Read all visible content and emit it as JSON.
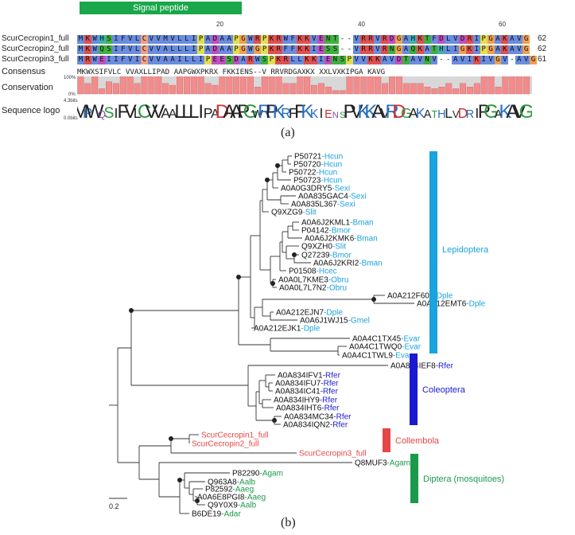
{
  "panel_a": {
    "signal_peptide_label": "Signal peptide",
    "positions": [
      "20",
      "40",
      "60"
    ],
    "sequences": [
      {
        "name": "ScurCecropin1_full",
        "seq": "MKWHSIFVLCVVMVLLIPADAAPGWRPKRWFKKVENT--VRRVRDGAHKTFDLVDRIPGAKAVG",
        "end": "62"
      },
      {
        "name": "ScurCecropin2_full",
        "seq": "MKWQSIFVLCVVALLLIPADAAPGWGPKRFFKKIESS--VRRVRNGAQKATHLIGKIPGAKAVG",
        "end": "62"
      },
      {
        "name": "ScurCecropin3_full",
        "seq": "MRWEIIFVICVVAAILLIPEESDARWSPKRLLKKIENSPVVKKAVDTAVNV--AVIKIVGV-AVG",
        "end": "61"
      }
    ],
    "consensus_label": "Consensus",
    "consensus_seq": "MKWXSIFVLC VVAXLLIPAD AAPGWXPKRX FKKIENS--V RRVRDGAXKX XXLVXKIPGA KAVG",
    "conservation_label": "Conservation",
    "conservation_ticks": [
      "100%",
      "0%"
    ],
    "conservation_values": [
      100,
      60,
      100,
      30,
      70,
      60,
      100,
      100,
      60,
      100,
      100,
      100,
      60,
      50,
      100,
      100,
      100,
      100,
      60,
      50,
      100,
      100,
      100,
      100,
      100,
      40,
      100,
      100,
      100,
      60,
      60,
      100,
      100,
      50,
      60,
      40,
      20,
      20,
      100,
      100,
      100,
      100,
      100,
      60,
      100,
      100,
      60,
      60,
      60,
      40,
      30,
      40,
      60,
      30,
      60,
      40,
      60,
      100,
      100,
      40,
      100,
      100,
      100,
      100
    ],
    "logo_label": "Sequence logo",
    "logo_ticks": [
      "4.3bits",
      "0.0bits"
    ],
    "logo_text": "MRWQSIFVLCVVAALLLIPADAAPGWRPKRFFKKIENSPVKKAVRDGAKATHLVDRIPGAKAVG",
    "letter": "(a)"
  },
  "panel_b": {
    "letter": "(b)",
    "scale_label": "0.2",
    "taxa": [
      {
        "id": "P50721",
        "sp": "-Hcun",
        "group": "lep"
      },
      {
        "id": "P50720",
        "sp": "-Hcun",
        "group": "lep"
      },
      {
        "id": "P50722",
        "sp": "-Hcun",
        "group": "lep"
      },
      {
        "id": "P50723",
        "sp": "-Hcun",
        "group": "lep"
      },
      {
        "id": "A0A0G3DRY5",
        "sp": "-Sexi",
        "group": "lep"
      },
      {
        "id": "A0A835GAC4",
        "sp": "-Sexi",
        "group": "lep"
      },
      {
        "id": "A0A835L367",
        "sp": "-Sexi",
        "group": "lep"
      },
      {
        "id": "Q9XZG9",
        "sp": "-Slit",
        "group": "lep"
      },
      {
        "id": "A0A6J2KML1",
        "sp": "-Bman",
        "group": "lep"
      },
      {
        "id": "P04142",
        "sp": "-Bmor",
        "group": "lep"
      },
      {
        "id": "A0A6J2KMK6",
        "sp": "-Bman",
        "group": "lep"
      },
      {
        "id": "Q9XZH0",
        "sp": "-Slit",
        "group": "lep"
      },
      {
        "id": "Q27239",
        "sp": "-Bmor",
        "group": "lep"
      },
      {
        "id": "A0A6J2KRI2",
        "sp": "-Bman",
        "group": "lep"
      },
      {
        "id": "P01508",
        "sp": "-Hcec",
        "group": "lep"
      },
      {
        "id": "A0A0L7KME3",
        "sp": "-Obru",
        "group": "lep"
      },
      {
        "id": "A0A0L7L7N2",
        "sp": "-Obru",
        "group": "lep"
      },
      {
        "id": "A0A212F603",
        "sp": "-Dple",
        "group": "lep"
      },
      {
        "id": "A0A212EMT6",
        "sp": "-Dple",
        "group": "lep"
      },
      {
        "id": "A0A212EJN7",
        "sp": "-Dple",
        "group": "lep"
      },
      {
        "id": "A0A6J1WJ15",
        "sp": "-Gmel",
        "group": "lep"
      },
      {
        "id": "A0A212EJK1",
        "sp": "-Dple",
        "group": "lep"
      },
      {
        "id": "A0A4C1TX45",
        "sp": "-Evar",
        "group": "lep"
      },
      {
        "id": "A0A4C1TWQ0",
        "sp": "-Evar",
        "group": "lep"
      },
      {
        "id": "A0A4C1TWL9",
        "sp": "-Evar",
        "group": "lep"
      },
      {
        "id": "A0A834IEF8",
        "sp": "-Rfer",
        "group": "col"
      },
      {
        "id": "A0A834IFV1",
        "sp": "-Rfer",
        "group": "col"
      },
      {
        "id": "A0A834IFU7",
        "sp": "-Rfer",
        "group": "col"
      },
      {
        "id": "A0A834IC41",
        "sp": "-Rfer",
        "group": "col"
      },
      {
        "id": "A0A834IHY9",
        "sp": "-Rfer",
        "group": "col"
      },
      {
        "id": "A0A834IHT6",
        "sp": "-Rfer",
        "group": "col"
      },
      {
        "id": "A0A834MC34",
        "sp": "-Rfer",
        "group": "col"
      },
      {
        "id": "A0A834IQN2",
        "sp": "-Rfer",
        "group": "col"
      },
      {
        "id": "ScurCecropin1_full",
        "sp": "",
        "group": "cb"
      },
      {
        "id": "ScurCecropin2_full",
        "sp": "",
        "group": "cb"
      },
      {
        "id": "ScurCecropin3_full",
        "sp": "",
        "group": "cb"
      },
      {
        "id": "Q8MUF3",
        "sp": "-Agam",
        "group": "dip"
      },
      {
        "id": "P82290",
        "sp": "-Agam",
        "group": "dip"
      },
      {
        "id": "Q963A8",
        "sp": "-Aalb",
        "group": "dip"
      },
      {
        "id": "P82592",
        "sp": "-Aaeg",
        "group": "dip"
      },
      {
        "id": "A0A6E8PGI8",
        "sp": "-Aaeg",
        "group": "dip"
      },
      {
        "id": "Q9Y0X9",
        "sp": "-Aalb",
        "group": "dip"
      },
      {
        "id": "B6DE19",
        "sp": "-Adar",
        "group": "dip"
      }
    ],
    "groups": {
      "lep": {
        "label": "Lepidoptera",
        "color": "#1aa3dc"
      },
      "col": {
        "label": "Coleoptera",
        "color": "#1a1ad2"
      },
      "cb": {
        "label": "Collembola",
        "color": "#e64646"
      },
      "dip": {
        "label": "Diptera (mosquitoes)",
        "color": "#1a9a4a"
      }
    }
  }
}
